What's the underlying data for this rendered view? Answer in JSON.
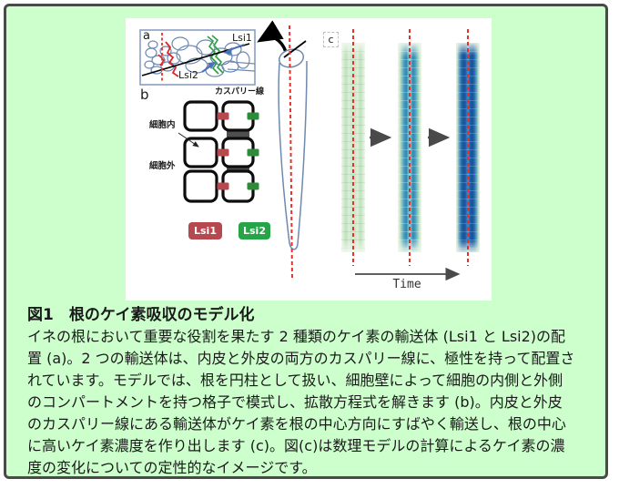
{
  "colors": {
    "background_green": "#ccffcc",
    "frame_border": "#4a4a4a",
    "lsi1_red": "#b5494f",
    "lsi2_green": "#27a348",
    "dashed_line_red": "#e8302a",
    "cell_outline_blue": "#6d89b0",
    "concentration_blue_dark": "#17539c"
  },
  "figure": {
    "panel_a": {
      "label": "a",
      "lsi1_label": "Lsi1",
      "lsi2_label": "Lsi2"
    },
    "panel_b": {
      "label": "b",
      "casparian_label": "カスパリー線",
      "cell_inside_label": "細胞内",
      "cell_outside_label": "細胞外",
      "legend_lsi1": "Lsi1",
      "legend_lsi2": "Lsi2"
    },
    "panel_c": {
      "label": "c",
      "time_label": "Time"
    }
  },
  "caption": {
    "title": "図1　根のケイ素吸収のモデル化",
    "lines": [
      "イネの根において重要な役割を果たす 2 種類のケイ素の輸送体 (Lsi1 と Lsi2)の配",
      "置 (a)。2 つの輸送体は、内皮と外皮の両方のカスパリー線に、極性を持って配置さ",
      "れています。モデルでは、根を円柱として扱い、細胞壁によって細胞の内側と外側",
      "のコンパートメントを持つ格子で模式し、拡散方程式を解きます (b)。内皮と外皮",
      "のカスパリー線にある輸送体がケイ素を根の中心方向にすばやく輸送し、根の中心",
      "に高いケイ素濃度を作り出します (c)。図(c)は数理モデルの計算によるケイ素の濃",
      "度の変化についての定性的なイメージです。"
    ]
  }
}
